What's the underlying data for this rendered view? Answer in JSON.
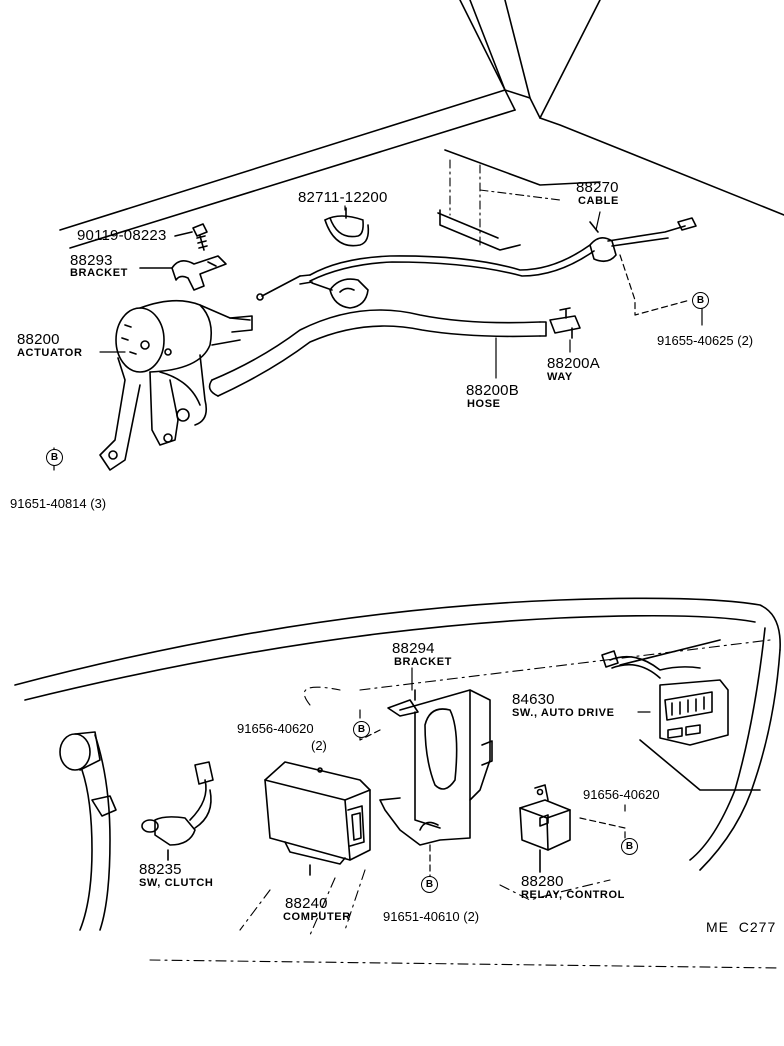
{
  "parts": {
    "p1": {
      "number": "90119-08223"
    },
    "p2": {
      "number": "82711-12200"
    },
    "p3": {
      "number": "88293",
      "name": "BRACKET"
    },
    "p4": {
      "number": "88270",
      "name": "CABLE"
    },
    "p5": {
      "number": "88200",
      "name": "ACTUATOR"
    },
    "p6": {
      "number": "91655-40625 (2)"
    },
    "p7": {
      "number": "88200A",
      "name": "WAY"
    },
    "p8": {
      "number": "88200B",
      "name": "HOSE"
    },
    "p9": {
      "number": "91651-40814 (3)"
    },
    "p10": {
      "number": "88294",
      "name": "BRACKET"
    },
    "p11": {
      "number": "91656-40620",
      "qty": "(2)"
    },
    "p12": {
      "number": "84630",
      "name": "SW., AUTO DRIVE"
    },
    "p13": {
      "number": "91656-40620"
    },
    "p14": {
      "number": "88235",
      "name": "SW, CLUTCH"
    },
    "p15": {
      "number": "88240",
      "name": "COMPUTER"
    },
    "p16": {
      "number": "91651-40610 (2)"
    },
    "p17": {
      "number": "88280",
      "name": "RELAY, CONTROL"
    }
  },
  "marker": "B",
  "diagram_code": "ME  C277"
}
